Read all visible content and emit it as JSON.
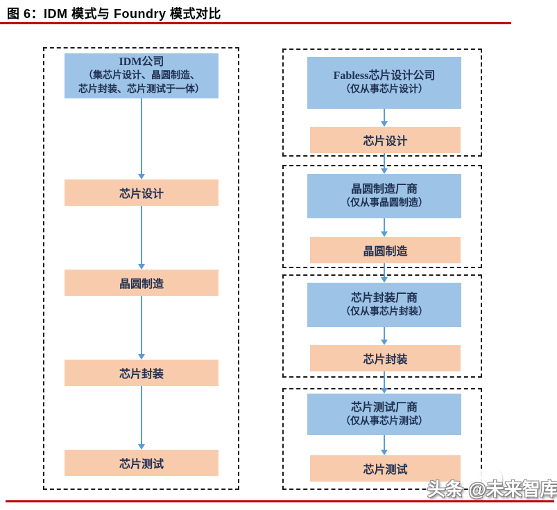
{
  "title": "图 6：IDM 模式与 Foundry 模式对比",
  "colors": {
    "accent_red": "#C00000",
    "box_blue": "#9DC3E6",
    "box_orange": "#F8CBAD",
    "arrow_blue": "#5B9BD5",
    "text_dark": "#1F3050"
  },
  "idm_panel": {
    "header": {
      "title": "IDM公司",
      "subtitle_line1": "（集芯片设计、晶圆制造、",
      "subtitle_line2": "芯片封装、芯片测试于一体）"
    },
    "steps": [
      "芯片设计",
      "晶圆制造",
      "芯片封装",
      "芯片测试"
    ]
  },
  "foundry_panel": {
    "groups": [
      {
        "company": "Fabless芯片设计公司",
        "scope": "（仅从事芯片设计）",
        "step": "芯片设计"
      },
      {
        "company": "晶圆制造厂商",
        "scope": "（仅从事晶圆制造）",
        "step": "晶圆制造"
      },
      {
        "company": "芯片封装厂商",
        "scope": "（仅从事芯片封装）",
        "step": "芯片封装"
      },
      {
        "company": "芯片测试厂商",
        "scope": "（仅从事芯片测试）",
        "step": "芯片测试"
      }
    ]
  },
  "watermark": {
    "text": "头条 @未来智库"
  }
}
